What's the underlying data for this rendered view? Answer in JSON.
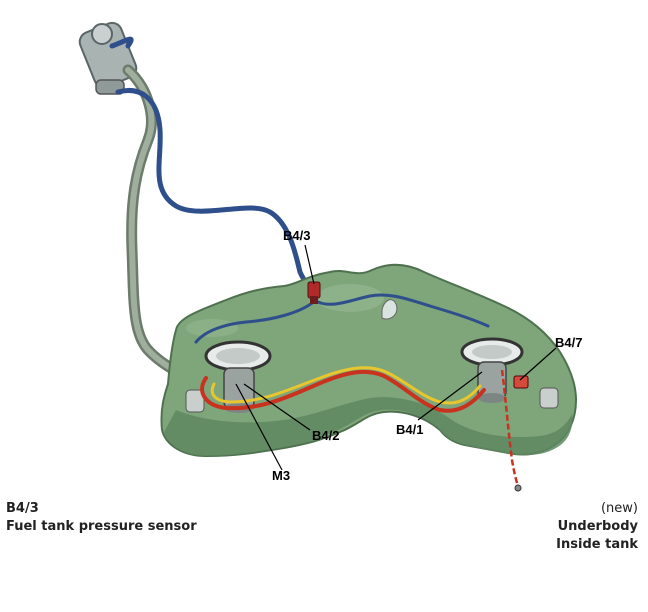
{
  "callouts": {
    "b4_3": "B4/3",
    "b4_7": "B4/7",
    "b4_2": "B4/2",
    "b4_1": "B4/1",
    "m3": "M3"
  },
  "caption": {
    "code": "B4/3",
    "description": "Fuel tank pressure sensor",
    "status": "(new)",
    "location_line1": "Underbody",
    "location_line2": "Inside tank"
  },
  "colors": {
    "tank_fill": "#7fa57b",
    "tank_shadow": "#5e8760",
    "hose_blue": "#2f4f8c",
    "filler_pipe": "#8d9c8c",
    "line_red": "#c8321e",
    "line_yellow": "#e7c62e"
  }
}
